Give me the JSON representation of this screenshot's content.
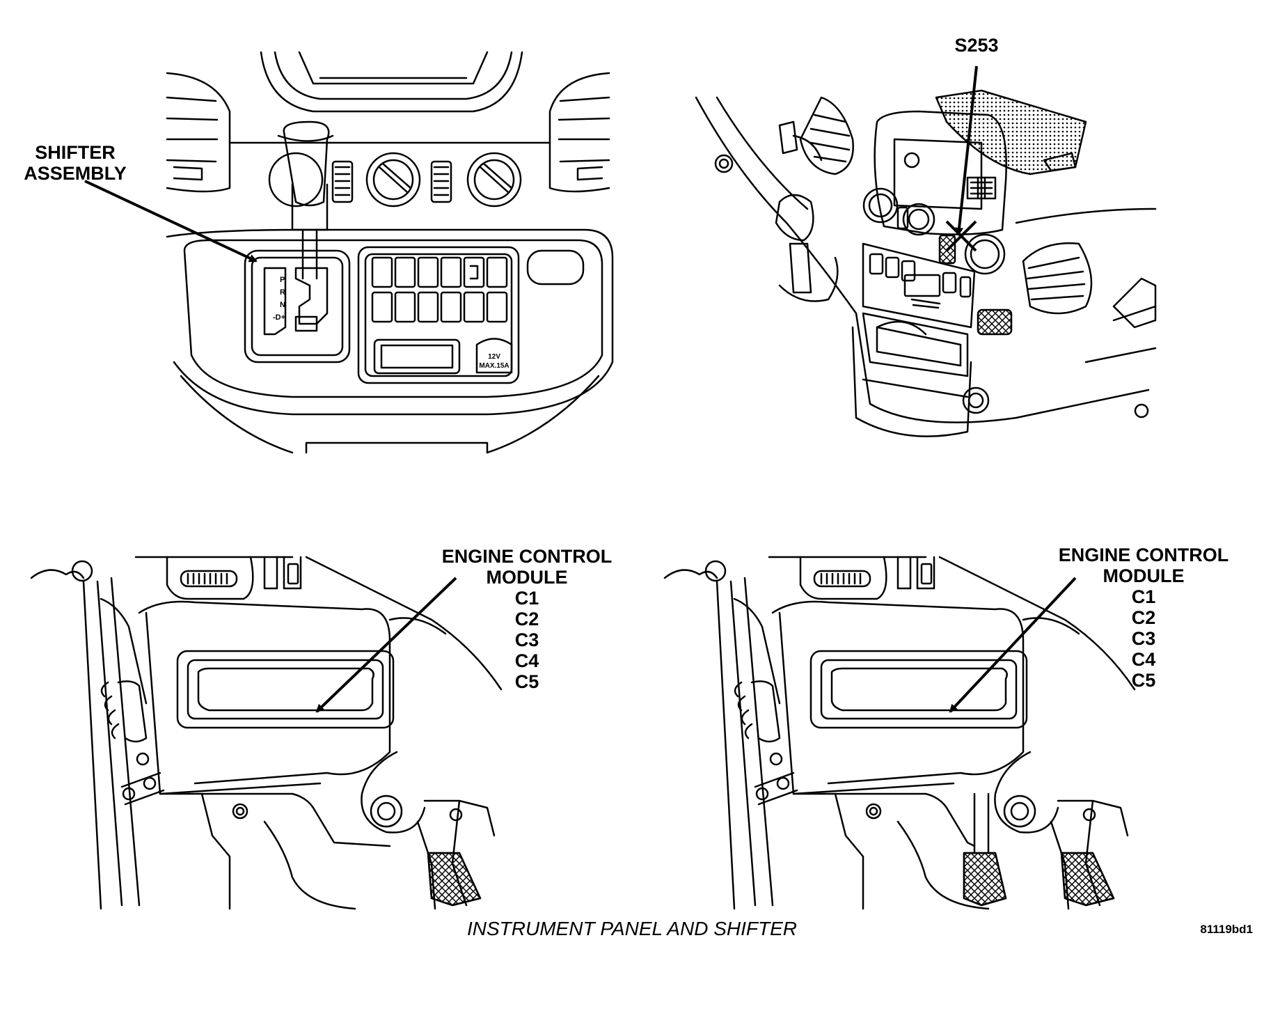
{
  "panels": [
    {
      "id": "shifter",
      "callout": [
        "SHIFTER",
        "ASSEMBLY"
      ],
      "shift_gate_labels": [
        "P",
        "R",
        "N",
        "-D+"
      ],
      "outlet_label": [
        "12V",
        "MAX.15A"
      ]
    },
    {
      "id": "splice",
      "callout": [
        "S253"
      ]
    },
    {
      "id": "ecm-left",
      "callout": [
        "ENGINE CONTROL",
        "MODULE",
        "C1",
        "C2",
        "C3",
        "C4",
        "C5"
      ]
    },
    {
      "id": "ecm-right",
      "callout": [
        "ENGINE CONTROL",
        "MODULE",
        "C1",
        "C2",
        "C3",
        "C4",
        "C5"
      ]
    }
  ],
  "figure_id": "81119bd1",
  "caption": "INSTRUMENT PANEL AND SHIFTER"
}
